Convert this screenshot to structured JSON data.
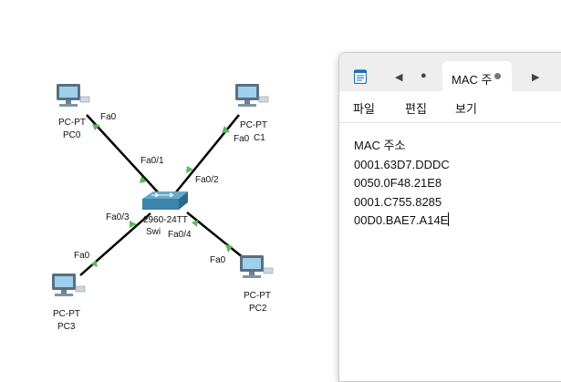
{
  "topology": {
    "switch": {
      "model": "2960-24TT",
      "name": "Swi"
    },
    "pcs": [
      {
        "id": "pc0",
        "type": "PC-PT",
        "name": "PC0"
      },
      {
        "id": "pc1",
        "type": "PC-PT",
        "name": "C1"
      },
      {
        "id": "pc2",
        "type": "PC-PT",
        "name": "PC2"
      },
      {
        "id": "pc3",
        "type": "PC-PT",
        "name": "PC3"
      }
    ],
    "ports": {
      "pc0": "Fa0",
      "sw_pc0": "Fa0/1",
      "pc1": "Fa0",
      "sw_pc1": "Fa0/2",
      "pc3": "Fa0",
      "sw_pc3": "Fa0/3",
      "pc2": "Fa0",
      "sw_pc2": "Fa0/4"
    },
    "link_color": "#000000",
    "port_up_color": "#5cb85c"
  },
  "notepad": {
    "tab_title": "MAC 주",
    "menu": {
      "file": "파일",
      "edit": "편집",
      "view": "보기"
    },
    "lines": [
      "MAC 주소",
      "0001.63D7.DDDC",
      "0050.0F48.21E8",
      "0001.C755.8285",
      "00D0.BAE7.A14E"
    ]
  }
}
